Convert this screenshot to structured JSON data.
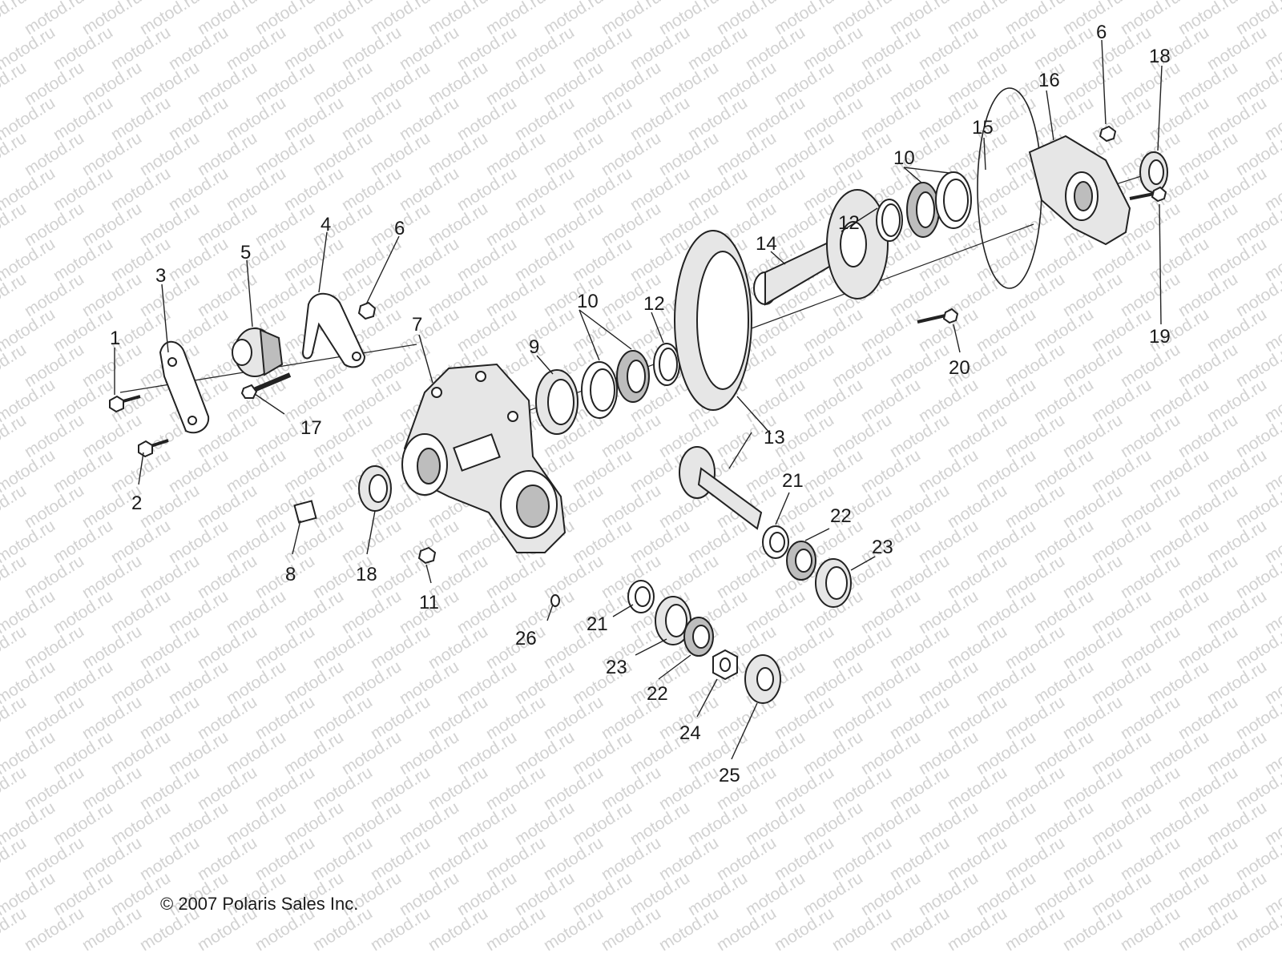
{
  "watermark": "motod.ru",
  "copyright": "© 2007 Polaris Sales Inc.",
  "callouts": {
    "c1": "1",
    "c2": "2",
    "c3": "3",
    "c4": "4",
    "c5": "5",
    "c6a": "6",
    "c6b": "6",
    "c7": "7",
    "c8": "8",
    "c9": "9",
    "c10a": "10",
    "c10b": "10",
    "c11": "11",
    "c12a": "12",
    "c12b": "12",
    "c13": "13",
    "c14": "14",
    "c15": "15",
    "c16": "16",
    "c17": "17",
    "c18a": "18",
    "c18b": "18",
    "c19": "19",
    "c20": "20",
    "c21a": "21",
    "c21b": "21",
    "c22a": "22",
    "c22b": "22",
    "c23a": "23",
    "c23b": "23",
    "c24": "24",
    "c25": "25",
    "c26": "26"
  }
}
